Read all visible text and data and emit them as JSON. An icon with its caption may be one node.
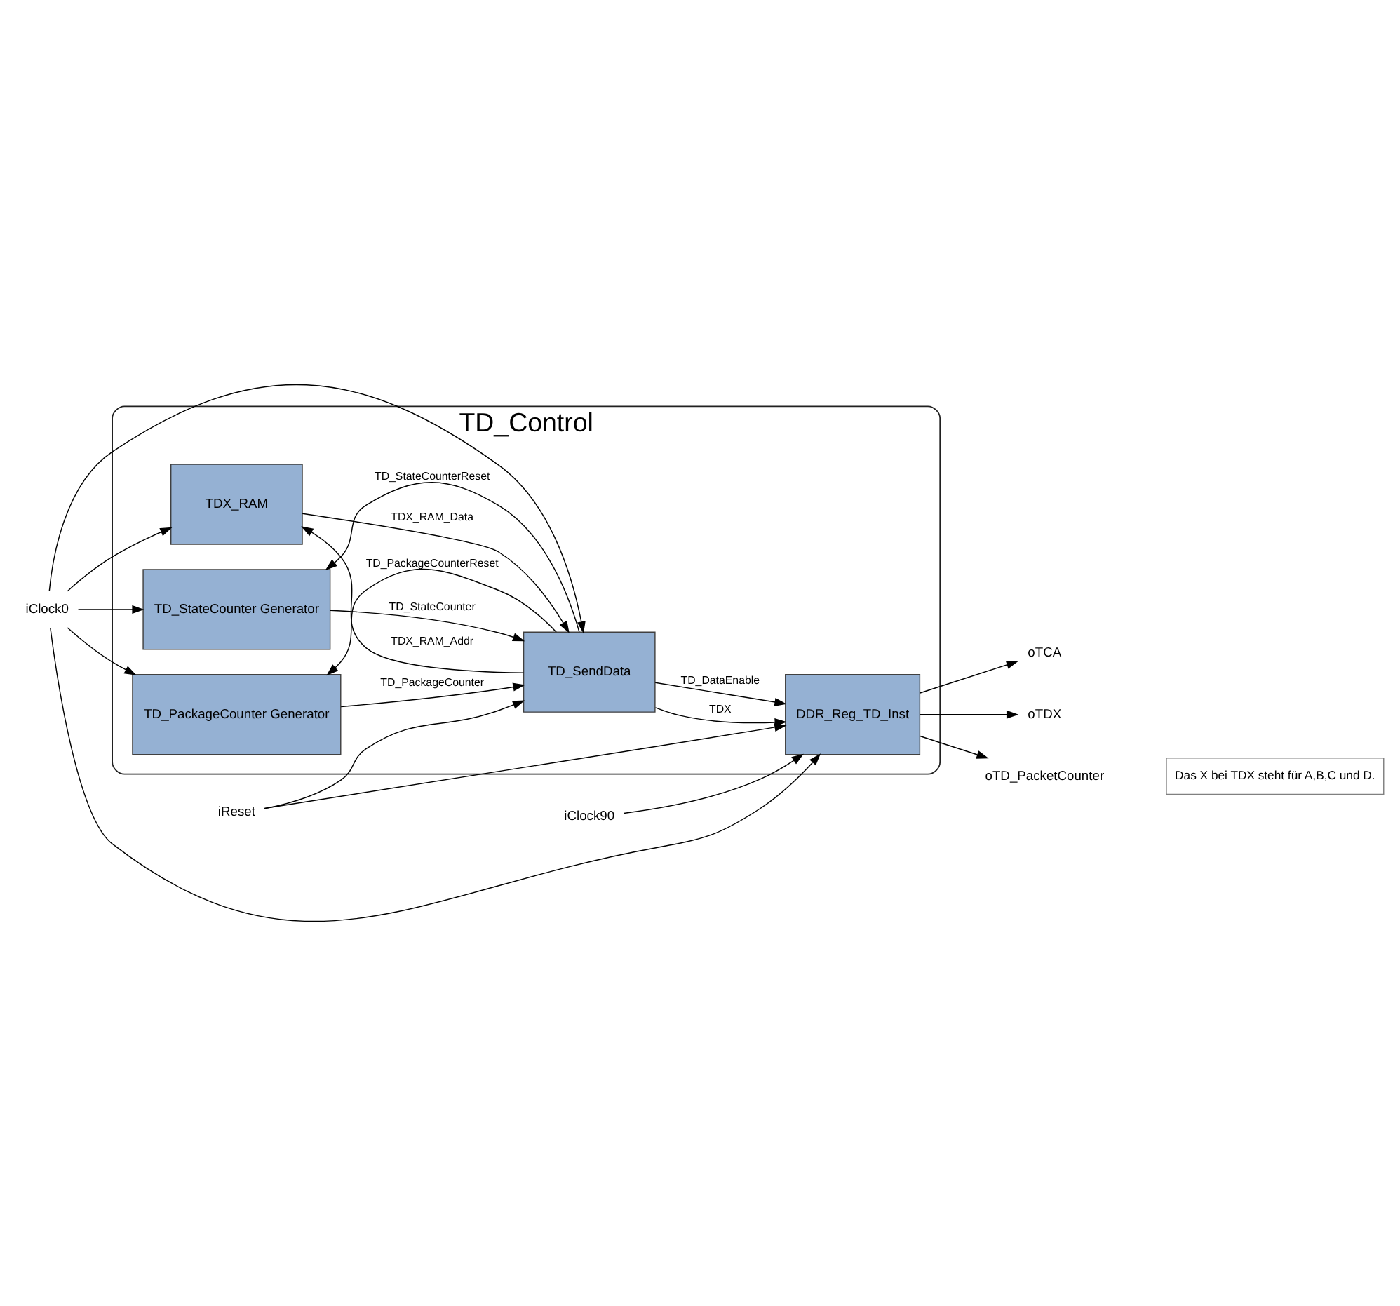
{
  "diagram": {
    "nodes": [
      {
        "text": [
          "TD_Control"
        ]
      },
      {
        "text": [
          "TD_StateCounter Generator"
        ],
        "in": 0
      },
      {
        "text": [
          "TD_PackageCounter Generator"
        ],
        "in": 0
      },
      {
        "text": [
          "TDX_RAM"
        ],
        "in": 0
      },
      {
        "text": [
          "TD_SendData"
        ],
        "in": 0
      },
      {
        "text": [
          "DDR_Reg_TD_Inst"
        ],
        "in": 0
      },
      {
        "text": [
          "iClock0"
        ]
      },
      {
        "text": [
          "iClock90"
        ]
      },
      {
        "text": [
          "iReset"
        ]
      },
      {
        "text": [
          "oTCA"
        ]
      },
      {
        "text": [
          "oTDX"
        ]
      },
      {
        "text": [
          "oTD_PacketCounter"
        ]
      }
    ],
    "edges": [
      {
        "from": 4,
        "to": 1,
        "arrow": "to",
        "label": "TD_StateCounterReset"
      },
      {
        "from": 1,
        "to": 4,
        "arrow": "to",
        "label": "TD_StateCounter"
      },
      {
        "from": 4,
        "to": 2,
        "arrow": "to",
        "label": "TD_PackageCounterReset"
      },
      {
        "from": 2,
        "to": 4,
        "arrow": "to",
        "label": "TD_PackageCounter"
      },
      {
        "from": 4,
        "to": 3,
        "arrow": "to",
        "label": "TDX_RAM_Addr"
      },
      {
        "from": 3,
        "to": 4,
        "arrow": "to",
        "label": "TDX_RAM_Data"
      },
      {
        "from": 4,
        "to": 5,
        "arrow": "to",
        "label": "TDX"
      },
      {
        "from": 4,
        "to": 5,
        "arrow": "to",
        "label": "TD_DataEnable"
      },
      {
        "from": 6,
        "to": 1,
        "arrow": "to"
      },
      {
        "from": 6,
        "to": 2,
        "arrow": "to"
      },
      {
        "from": 6,
        "to": 3,
        "arrow": "to"
      },
      {
        "from": 6,
        "to": 4,
        "arrow": "to"
      },
      {
        "from": 6,
        "to": 5,
        "arrow": "to"
      },
      {
        "from": 7,
        "to": 5,
        "arrow": "to"
      },
      {
        "from": 8,
        "to": 4,
        "arrow": "to"
      },
      {
        "from": 8,
        "to": 5,
        "arrow": "to"
      },
      {
        "from": 5,
        "to": 9,
        "arrow": "to"
      },
      {
        "from": 5,
        "to": 10,
        "arrow": "to"
      },
      {
        "from": 5,
        "to": 11,
        "arrow": "to"
      }
    ],
    "labels": [
      "Das X bei TDX steht für A,B,C und D."
    ]
  }
}
